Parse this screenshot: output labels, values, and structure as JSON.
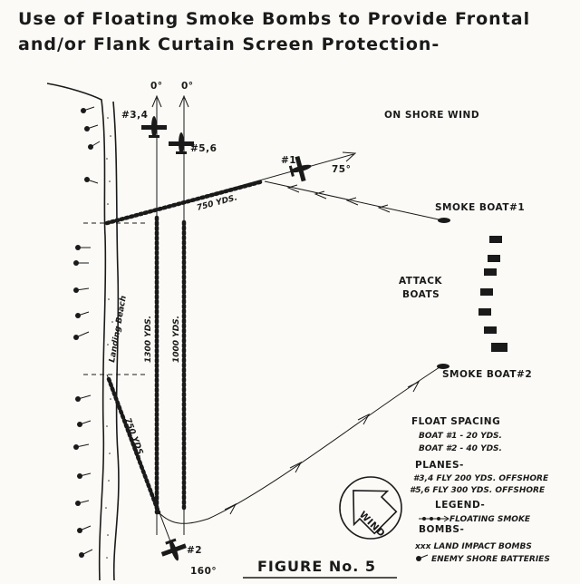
{
  "title_line1": "Use of Floating Smoke Bombs to Provide Frontal",
  "title_line2": "and/or Flank Curtain Screen Protection-",
  "wind_label": "ON SHORE WIND",
  "plane_labels": {
    "p34": "#3,4",
    "p56": "#5,6",
    "p1": "#1",
    "p2": "#2"
  },
  "heading_labels": {
    "h1": "0°",
    "h2": "0°",
    "h75": "75°",
    "h160": "160°"
  },
  "distance_labels": {
    "d750a": "750 YDS.",
    "d1300": "1300 YDS.",
    "d1000": "1000 YDS.",
    "d750b": "750 YDS."
  },
  "beach_label": "Landing Beach",
  "smoke_boat_1": "SMOKE BOAT#1",
  "smoke_boat_2": "SMOKE BOAT#2",
  "attack_boats_line1": "ATTACK",
  "attack_boats_line2": "BOATS",
  "float_spacing": {
    "title": "FLOAT SPACING",
    "line1": "BOAT #1 - 20 YDS.",
    "line2": "BOAT #2 - 40 YDS."
  },
  "planes": {
    "title": "PLANES-",
    "line1": "#3,4 FLY 200 YDS. OFFSHORE",
    "line2": "#5,6 FLY 300 YDS. OFFSHORE"
  },
  "legend": {
    "title": "LEGEND-",
    "item1": "FLOATING SMOKE",
    "item1b": "BOMBS-",
    "item2": "xxx LAND IMPACT BOMBS",
    "item3": "ENEMY SHORE BATTERIES"
  },
  "wind_compass": "WIND",
  "figure_caption": "FIGURE No. 5"
}
